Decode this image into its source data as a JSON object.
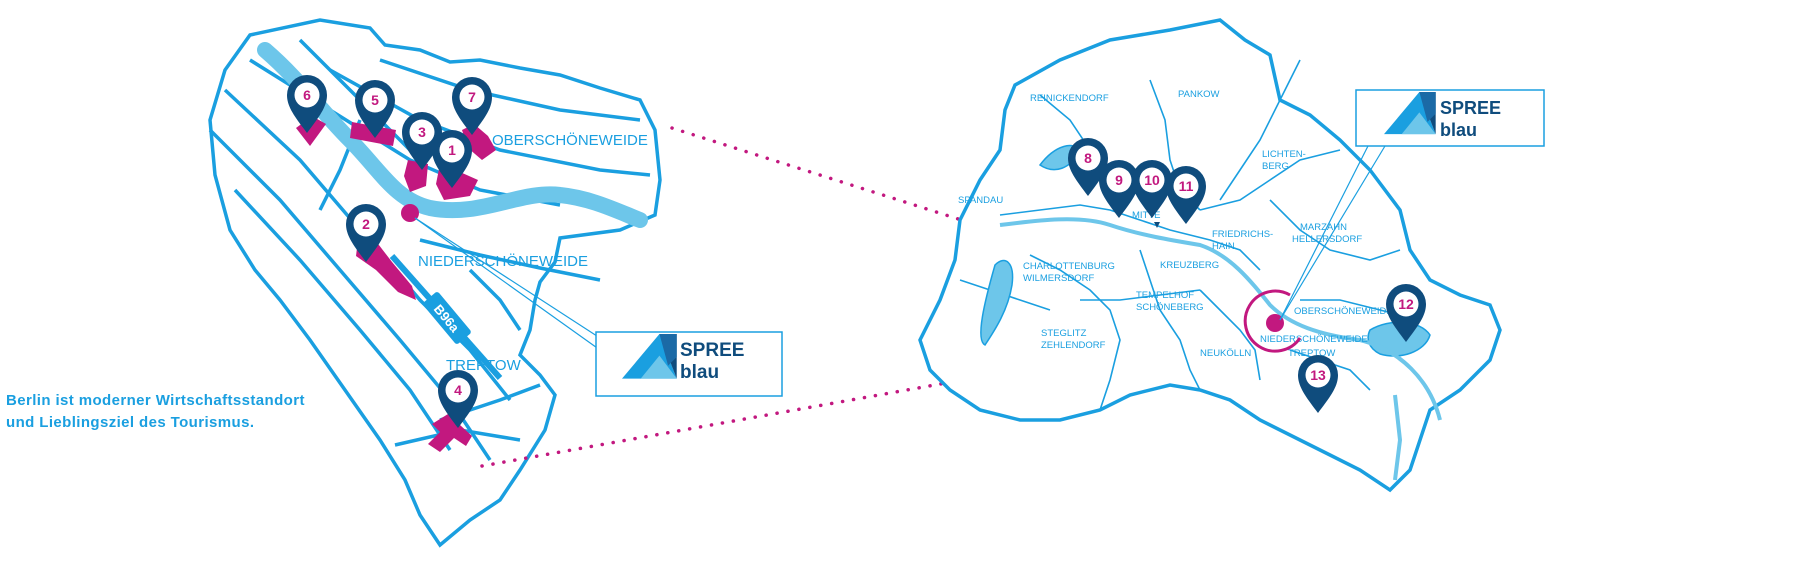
{
  "caption": {
    "line1": "Berlin ist moderner Wirtschaftsstandort",
    "line2": "und Lieblingsziel des Tourismus."
  },
  "detail_map": {
    "labels": {
      "oberschoeneweide": "OBERSCHÖNEWEIDE",
      "niederschoeneweide": "NIEDERSCHÖNEWEIDE",
      "treptow": "TREPTOW",
      "road": "B96a"
    },
    "pins": [
      "1",
      "2",
      "3",
      "4",
      "5",
      "6",
      "7"
    ]
  },
  "city_map": {
    "districts": {
      "reinickendorf": "REINICKENDORF",
      "pankow": "PANKOW",
      "lichtenberg_1": "LICHTEN-",
      "lichtenberg_2": "BERG",
      "spandau": "SPANDAU",
      "mitte": "MITTE",
      "friedrichshain_1": "FRIEDRICHS-",
      "friedrichshain_2": "HAIN",
      "marzahn_1": "MARZAHN",
      "marzahn_2": "HELLERSDORF",
      "charlottenburg_1": "CHARLOTTENBURG",
      "charlottenburg_2": "WILMERSDORF",
      "kreuzberg": "KREUZBERG",
      "tempelhof_1": "TEMPELHOF",
      "tempelhof_2": "SCHÖNEBERG",
      "oberschoeneweide": "OBERSCHÖNEWEIDE",
      "niederschoeneweide": "NIEDERSCHÖNEWEIDE",
      "treptow": "TREPTOW",
      "steglitz_1": "STEGLITZ",
      "steglitz_2": "ZEHLENDORF",
      "neukoelln": "NEUKÖLLN"
    },
    "pins": [
      "8",
      "9",
      "10",
      "11",
      "12",
      "13"
    ]
  },
  "logo": {
    "word1": "SPREE",
    "word2": "blau"
  },
  "colors": {
    "accent": "#1a9fe0",
    "water": "#6dc6ea",
    "magenta": "#c2187f",
    "pin": "#0f4c7d"
  },
  "icons": {
    "pin": "map-marker-icon",
    "logo": "spreeblau-logo-icon"
  }
}
